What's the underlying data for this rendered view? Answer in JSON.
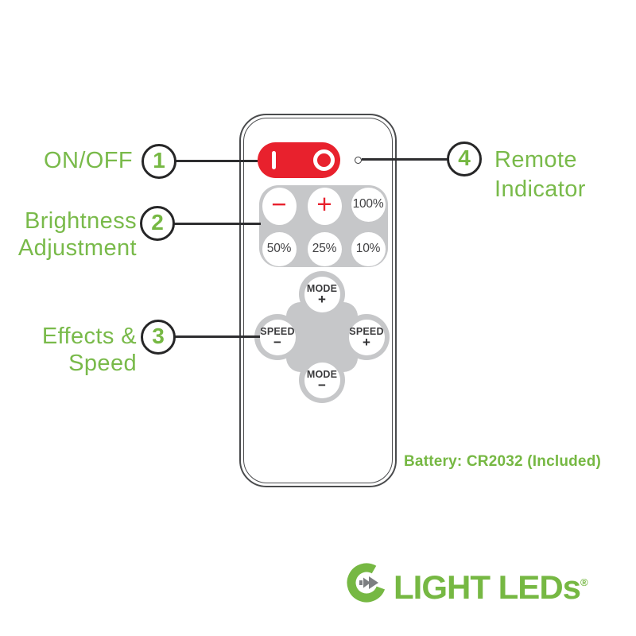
{
  "annotations": [
    {
      "number": "1",
      "lines": [
        "ON/OFF"
      ]
    },
    {
      "number": "2",
      "lines": [
        "Brightness",
        "Adjustment"
      ]
    },
    {
      "number": "3",
      "lines": [
        "Effects &",
        "Speed"
      ]
    },
    {
      "number": "4",
      "lines": [
        "Remote",
        "Indicator"
      ]
    }
  ],
  "remote": {
    "power": {
      "on_symbol": "I",
      "off_symbol": "O"
    },
    "brightness_buttons": [
      "−",
      "+",
      "100%",
      "50%",
      "25%",
      "10%"
    ],
    "dpad_buttons": [
      {
        "label": "MODE",
        "sign": "+"
      },
      {
        "label": "SPEED",
        "sign": "−"
      },
      {
        "label": "SPEED",
        "sign": "+"
      },
      {
        "label": "MODE",
        "sign": "−"
      }
    ]
  },
  "battery_note": "Battery: CR2032 (Included)",
  "logo": {
    "brand": "LIGHT LEDs",
    "registered": "®"
  },
  "colors": {
    "green": "#76b843",
    "red": "#e8212d",
    "panel_gray": "#c6c7c9"
  }
}
